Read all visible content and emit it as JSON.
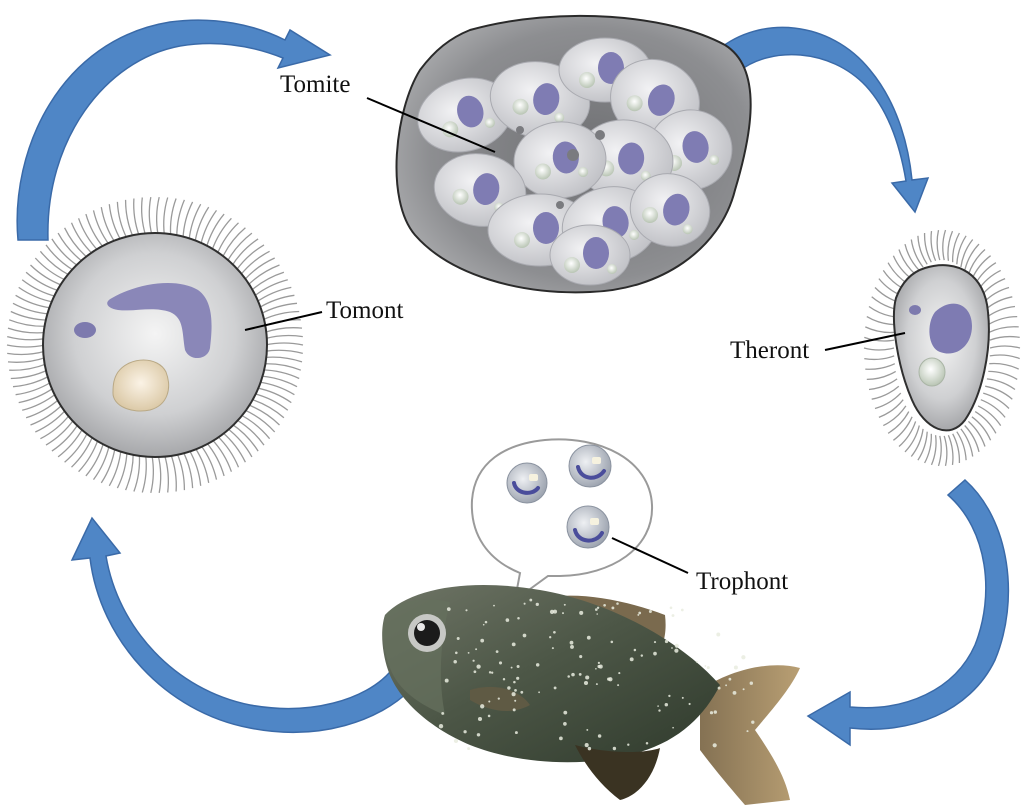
{
  "labels": {
    "tomite": "Tomite",
    "tomont": "Tomont",
    "theront": "Theront",
    "trophont": "Trophont"
  },
  "colors": {
    "arrow": "#4f86c6",
    "arrow_edge": "#3a6aa8",
    "cell_body": "#c9cacc",
    "cell_edge": "#2f2f2f",
    "nucleus": "#8a87b8",
    "cilia": "#9a9a9a",
    "leader": "#000000"
  }
}
